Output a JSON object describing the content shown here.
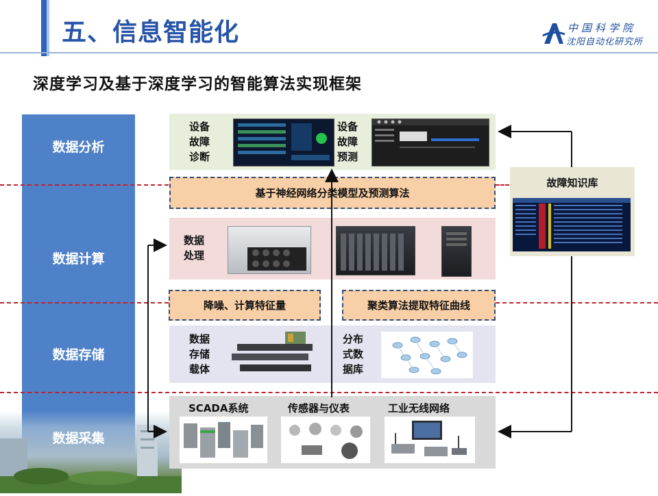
{
  "header": {
    "title": "五、信息智能化",
    "logo": {
      "line1": "中国科学院",
      "line2": "沈阳自动化研究所"
    }
  },
  "subtitle": "深度学习及基于深度学习的智能算法实现框架",
  "layers": [
    {
      "label": "数据分析"
    },
    {
      "label": "数据计算"
    },
    {
      "label": "数据存储"
    },
    {
      "label": "数据采集"
    }
  ],
  "analysis": {
    "diagnosis_label": "设备\n故障\n诊断",
    "prediction_label": "设备\n故障\n预测"
  },
  "algorithm_box": "基于神经网络分类模型及预测算法",
  "compute": {
    "processing_label": "数据\n处理"
  },
  "feature_boxes": {
    "left": "降噪、计算特征量",
    "right": "聚类算法提取特征曲线"
  },
  "storage": {
    "carrier_label": "数据\n存储\n载体",
    "distributed_label": "分布\n式数\n据库"
  },
  "collect": {
    "items": [
      {
        "label": "SCADA系统"
      },
      {
        "label": "传感器与仪表"
      },
      {
        "label": "工业无线网络"
      }
    ]
  },
  "knowledge_base": {
    "title": "故障知识库"
  },
  "colors": {
    "title_blue": "#2753a8",
    "layer_blue": "#4f81c8",
    "divider_red": "#c0222b",
    "orange_box": "#f8cfa6"
  }
}
